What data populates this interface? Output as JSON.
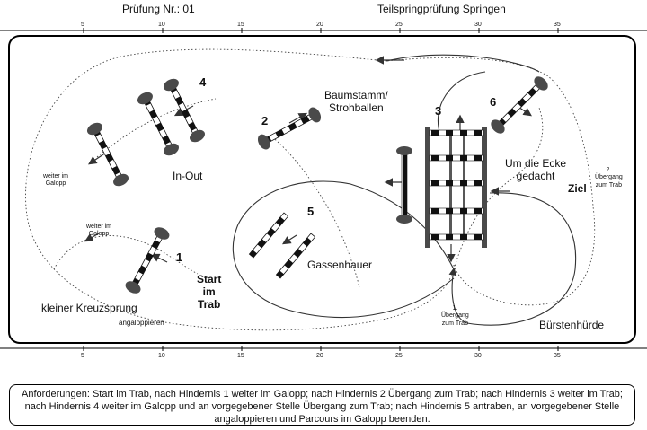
{
  "header": {
    "exam_number": "Prüfung Nr.: 01",
    "test_title": "Teilspringprüfung Springen"
  },
  "scale": {
    "ticks": [
      "5",
      "10",
      "15",
      "20",
      "25",
      "30",
      "35"
    ]
  },
  "obstacles": {
    "n1": "1",
    "n2": "2",
    "n3": "3",
    "n4": "4",
    "n5": "5",
    "n6": "6"
  },
  "labels": {
    "in_out": "In-Out",
    "baumstamm": "Baumstamm/\nStrohballen",
    "um_die_ecke": "Um die Ecke\ngedacht",
    "ziel": "Ziel",
    "gassenhauer": "Gassenhauer",
    "start": "Start\nim\nTrab",
    "kreuzsprung": "kleiner Kreuzsprung",
    "angaloppieren": "angaloppieren",
    "buerstenhuerde": "Bürstenhürde",
    "weiter_galopp_1": "weiter im\nGalopp",
    "weiter_galopp_2": "weiter im\nGalopp",
    "uebergang_1": "1.\nÜbergang\nzum Trab",
    "uebergang_2": "2.\nÜbergang\nzum Trab"
  },
  "requirements": {
    "text": "Anforderungen: Start im Trab, nach Hindernis 1 weiter im Galopp; nach Hindernis 2 Übergang zum Trab; nach Hindernis 3 weiter im Trab; nach Hindernis 4  weiter im Galopp und an vorgegebener Stelle Übergang zum Trab; nach Hindernis 5 antraben, an vorgegebener Stelle angaloppieren und Parcours im Galopp beenden."
  },
  "colors": {
    "ink": "#111111",
    "shrub": "#4a4a4a",
    "arena_border": "#000000"
  }
}
